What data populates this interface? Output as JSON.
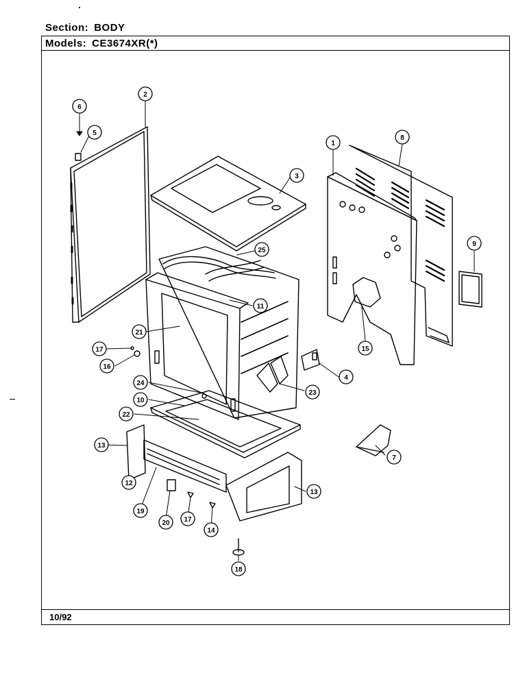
{
  "header": {
    "section_label": "Section:",
    "section_value": "BODY",
    "models_label": "Models:",
    "models_value": "CE3674XR(*)"
  },
  "footer": {
    "date": "10/92"
  },
  "callouts": [
    "1",
    "2",
    "3",
    "4",
    "5",
    "6",
    "7",
    "8",
    "9",
    "10",
    "11",
    "12",
    "13",
    "13",
    "14",
    "15",
    "16",
    "17",
    "17",
    "18",
    "19",
    "20",
    "21",
    "22",
    "23",
    "24",
    "25"
  ]
}
